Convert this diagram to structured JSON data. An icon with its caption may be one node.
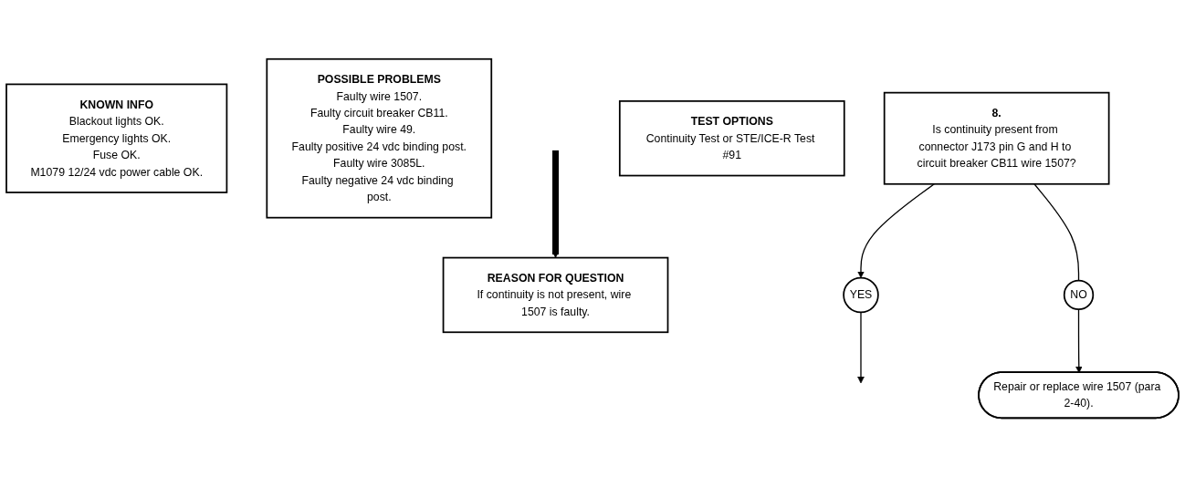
{
  "diagram": {
    "nodes": [
      {
        "text": [
          "KNOWN INFO",
          "Blackout lights OK.",
          "Emergency lights OK.",
          "Fuse OK.",
          "M1079 12/24 vdc power cable OK."
        ]
      },
      {
        "text": [
          "POSSIBLE PROBLEMS",
          "Faulty wire 1507.",
          "Faulty circuit breaker CB11.",
          "Faulty wire 49.",
          "Faulty positive 24 vdc binding post.",
          "Faulty wire 3085L.",
          "Faulty negative 24 vdc binding post."
        ]
      },
      {
        "text": [
          "8.",
          "Is continuity present from connector J173 pin G and H to circuit breaker CB11 wire 1507?"
        ]
      },
      {
        "text": [
          "TEST OPTIONS",
          "Continuity Test or STE/ICE-R Test #91"
        ]
      },
      {
        "text": [
          "REASON FOR QUESTION",
          "If continuity is not present, wire 1507 is faulty."
        ]
      },
      {
        "text": [
          "NO"
        ]
      },
      {
        "text": [
          "YES"
        ]
      },
      {
        "text": [
          "Repair or replace wire 1507 (para 2-40)."
        ]
      }
    ],
    "edges": [
      {
        "from": 2,
        "to": 6,
        "arrow": "to"
      },
      {
        "from": 2,
        "to": 5,
        "arrow": "none"
      },
      {
        "from": 5,
        "to": 7,
        "arrow": "to"
      },
      {
        "from": 6,
        "to": null,
        "arrow": "to"
      },
      {
        "from": null,
        "to": 4,
        "arrow": "to",
        "style": "thick"
      }
    ]
  }
}
